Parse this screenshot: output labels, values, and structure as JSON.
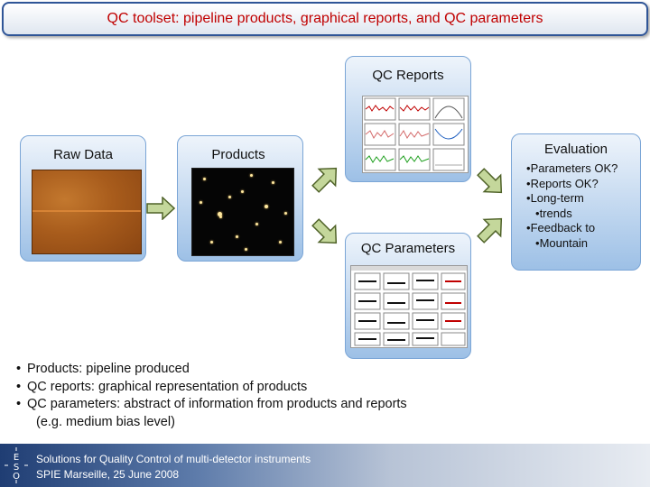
{
  "title": "QC toolset: pipeline products, graphical reports, and QC parameters",
  "boxes": {
    "raw_data": "Raw Data",
    "products": "Products",
    "qc_reports": "QC Reports",
    "qc_parameters": "QC Parameters",
    "evaluation": {
      "label": "Evaluation",
      "items": [
        "Parameters OK?",
        "Reports OK?",
        "Long-term",
        "trends",
        "Feedback to",
        "Mountain"
      ]
    }
  },
  "notes": [
    "Products: pipeline produced",
    "QC reports: graphical representation of products",
    "QC parameters: abstract of information from products and reports",
    "(e.g. medium bias level)"
  ],
  "footer": {
    "line1": "Solutions for Quality Control of multi-detector instruments",
    "line2": "SPIE Marseille, 25 June 2008",
    "logo_text": "ESO"
  },
  "colors": {
    "title_text": "#c00000",
    "banner_border": "#2f5597",
    "box_fill": "#9dc0e6",
    "arrow_fill": "#c4d79b",
    "arrow_stroke": "#4f6228"
  }
}
